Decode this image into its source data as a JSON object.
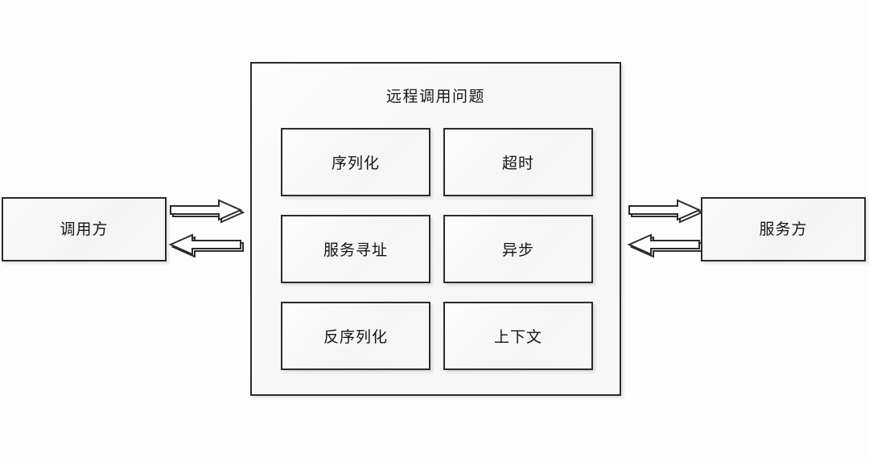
{
  "diagram": {
    "title": "远程调用问题",
    "container": {
      "name": "remote-invocation-problems-container",
      "title": "远程调用问题"
    },
    "nodes": {
      "caller": {
        "label": "调用方",
        "name": "caller-node"
      },
      "service": {
        "label": "服务方",
        "name": "service-provider-node"
      }
    },
    "problems": [
      {
        "label": "序列化",
        "name": "problem-serialization"
      },
      {
        "label": "超时",
        "name": "problem-timeout"
      },
      {
        "label": "服务寻址",
        "name": "problem-service-addressing"
      },
      {
        "label": "异步",
        "name": "problem-async"
      },
      {
        "label": "反序列化",
        "name": "problem-deserialization"
      },
      {
        "label": "上下文",
        "name": "problem-context"
      }
    ],
    "arrows": [
      {
        "name": "arrow-caller-to-container",
        "direction": "right"
      },
      {
        "name": "arrow-container-to-caller",
        "direction": "left"
      },
      {
        "name": "arrow-container-to-service",
        "direction": "right"
      },
      {
        "name": "arrow-service-to-container",
        "direction": "left"
      }
    ],
    "colors": {
      "background": "#fdfdfd",
      "stroke": "#2b2b2b",
      "box_fill": "#f7f7f7",
      "text": "#141414"
    }
  }
}
